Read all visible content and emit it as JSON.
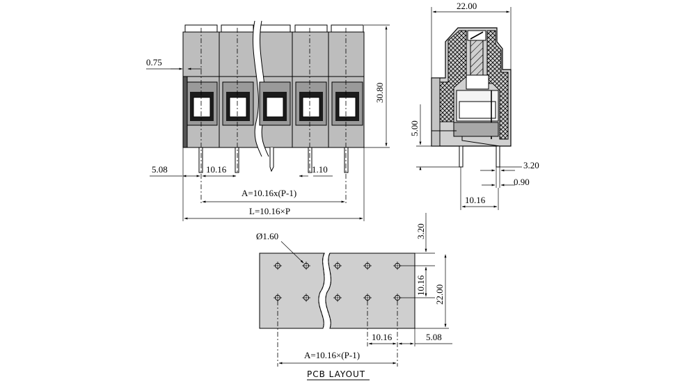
{
  "front_view": {
    "dim_pin_offset": "0.75",
    "dim_height": "30.80",
    "dim_edge": "5.08",
    "dim_pitch": "10.16",
    "dim_pin_width": "1.10",
    "dim_a": "A=10.16x(P-1)",
    "dim_l": "L=10.16×P"
  },
  "side_view": {
    "dim_width": "22.00",
    "dim_pin_height": "5.00",
    "dim_pin_len": "3.20",
    "dim_pin_thick": "0.90",
    "dim_pitch": "10.16"
  },
  "pcb_layout": {
    "dim_hole": "Ø1.60",
    "dim_top": "3.20",
    "dim_row_pitch": "10.16",
    "dim_depth": "22.00",
    "dim_pitch": "10.16",
    "dim_edge": "5.08",
    "dim_a": "A=10.16×(P-1)",
    "title": "PCB LAYOUT"
  }
}
